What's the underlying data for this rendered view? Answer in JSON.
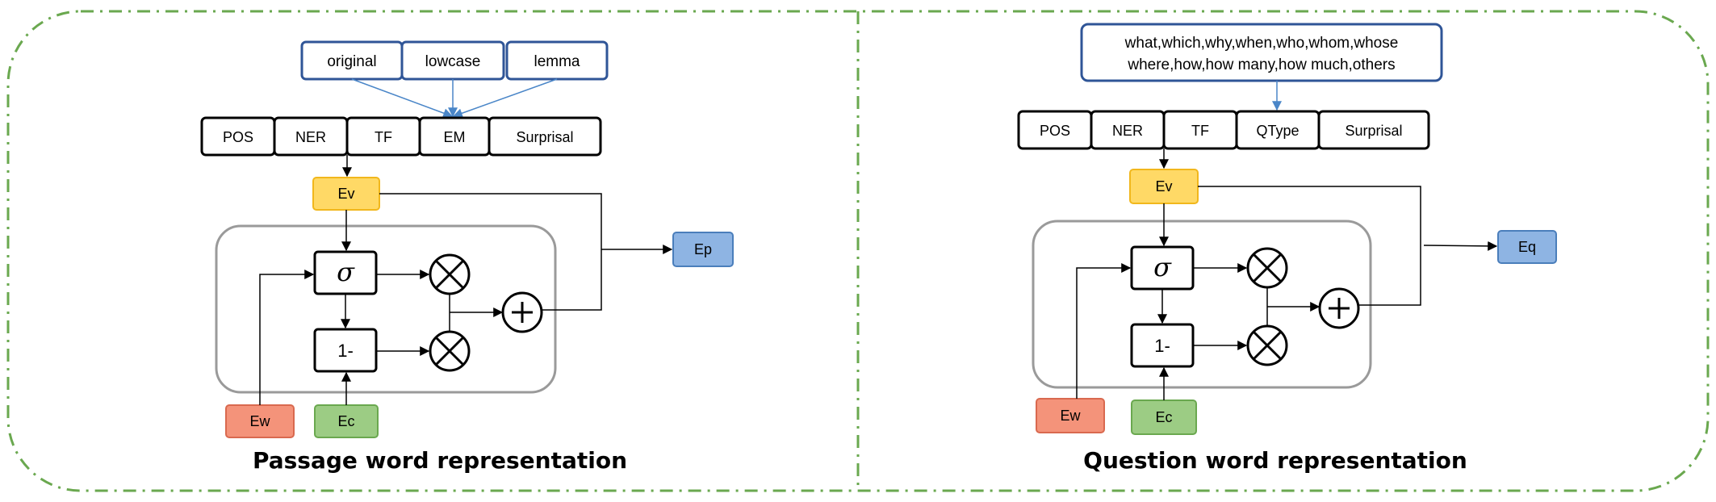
{
  "panels": {
    "passage": {
      "title": "Passage word representation",
      "sources": [
        "original",
        "lowcase",
        "lemma"
      ],
      "features": [
        "POS",
        "NER",
        "TF",
        "EM",
        "Surprisal"
      ],
      "ev": "Ev",
      "sigma": "σ",
      "one_minus": "1-",
      "ew": "Ew",
      "ec": "Ec",
      "output": "Ep"
    },
    "question": {
      "title": "Question word representation",
      "qtypes_line1": "what,which,why,when,who,whom,whose",
      "qtypes_line2": "where,how,how many,how much,others",
      "features": [
        "POS",
        "NER",
        "TF",
        "QType",
        "Surprisal"
      ],
      "ev": "Ev",
      "sigma": "σ",
      "one_minus": "1-",
      "ew": "Ew",
      "ec": "Ec",
      "output": "Eq"
    }
  },
  "colors": {
    "border_dash": "#6aa84f",
    "source_box": "#2f5597",
    "ev_fill": "#ffd966",
    "ev_stroke": "#f1b71c",
    "out_fill": "#8eb4e3",
    "out_stroke": "#4a7ebb",
    "ew_fill": "#f4937a",
    "ew_stroke": "#d9694f",
    "ec_fill": "#9ccc84",
    "ec_stroke": "#6aa84f",
    "gate_box": "#9a9a9a",
    "blue_arrow": "#4a86c8"
  }
}
